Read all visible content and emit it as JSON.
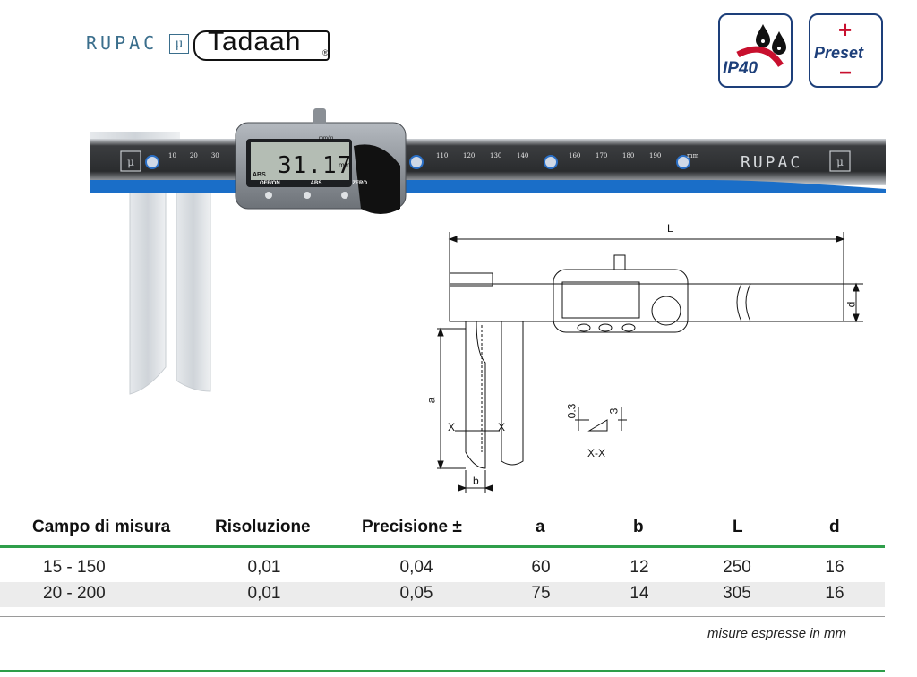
{
  "brand": {
    "rupac": "RUPAC",
    "tadaah": "Tadaah",
    "registered": "®"
  },
  "badges": {
    "ip": "IP40",
    "preset": "Preset",
    "plus": "+",
    "minus": "−"
  },
  "caliper": {
    "display_value": "31.17",
    "display_unit": "mm",
    "display_mode": "ABS",
    "display_top": "mm/in",
    "buttons": [
      "OFF/ON",
      "ABS",
      "ZERO"
    ],
    "scale_left": [
      "10",
      "20",
      "30"
    ],
    "scale_right": [
      "110",
      "120",
      "130",
      "140",
      "160",
      "170",
      "180",
      "190"
    ],
    "scale_unit": "mm",
    "rupac": "RUPAC"
  },
  "drawing": {
    "L": "L",
    "d": "d",
    "a": "a",
    "b": "b",
    "x_left": "X",
    "x_right": "X",
    "dim_03": "0.3",
    "dim_3": "3",
    "section": "X-X"
  },
  "table": {
    "headers": [
      "Campo di misura",
      "Risoluzione",
      "Precisione ±",
      "a",
      "b",
      "L",
      "d"
    ],
    "rows": [
      [
        "15  -  150",
        "0,01",
        "0,04",
        "60",
        "12",
        "250",
        "16"
      ],
      [
        "20  -  200",
        "0,01",
        "0,05",
        "75",
        "14",
        "305",
        "16"
      ]
    ],
    "note": "misure espresse in mm"
  }
}
